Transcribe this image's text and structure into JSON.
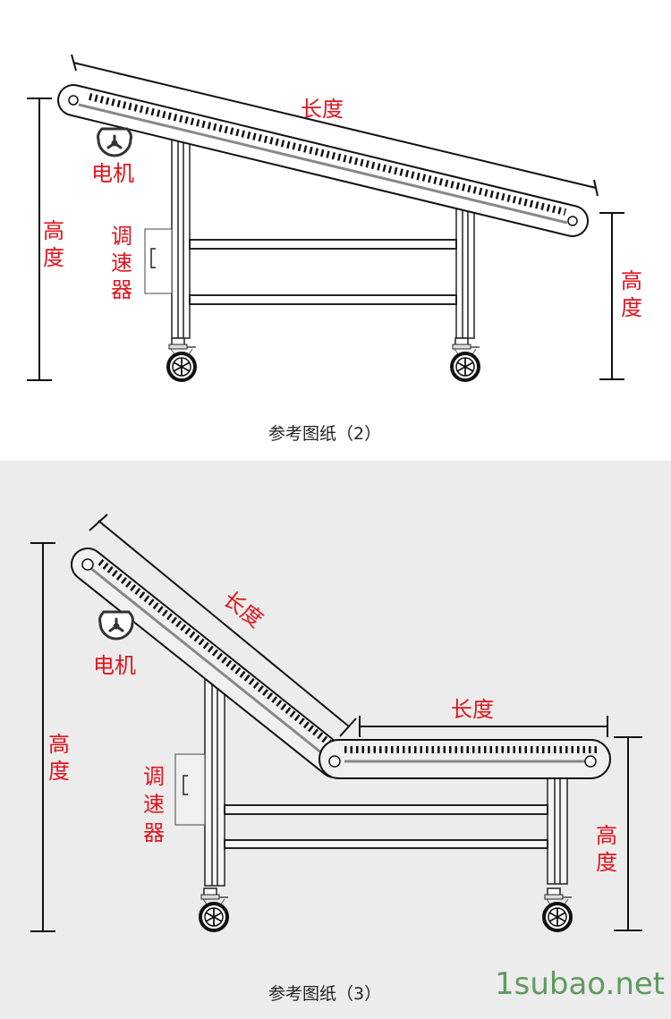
{
  "panel2": {
    "length_label": "长度",
    "motor_label": "电机",
    "controller_label": [
      "调",
      "速",
      "器"
    ],
    "height_left": [
      "高",
      "度"
    ],
    "height_right": [
      "高",
      "度"
    ],
    "caption": "参考图纸（2）"
  },
  "panel3": {
    "length_incline_label": "长度",
    "length_flat_label": "长度",
    "motor_label": "电机",
    "controller_label": [
      "调",
      "速",
      "器"
    ],
    "height_left": [
      "高",
      "度"
    ],
    "height_right": [
      "高",
      "度"
    ],
    "caption": "参考图纸（3）"
  },
  "watermark": "1subao.net",
  "colors": {
    "label": "#e0141e",
    "panel3_bg": "#ececec",
    "watermark": "#5f9a60"
  }
}
